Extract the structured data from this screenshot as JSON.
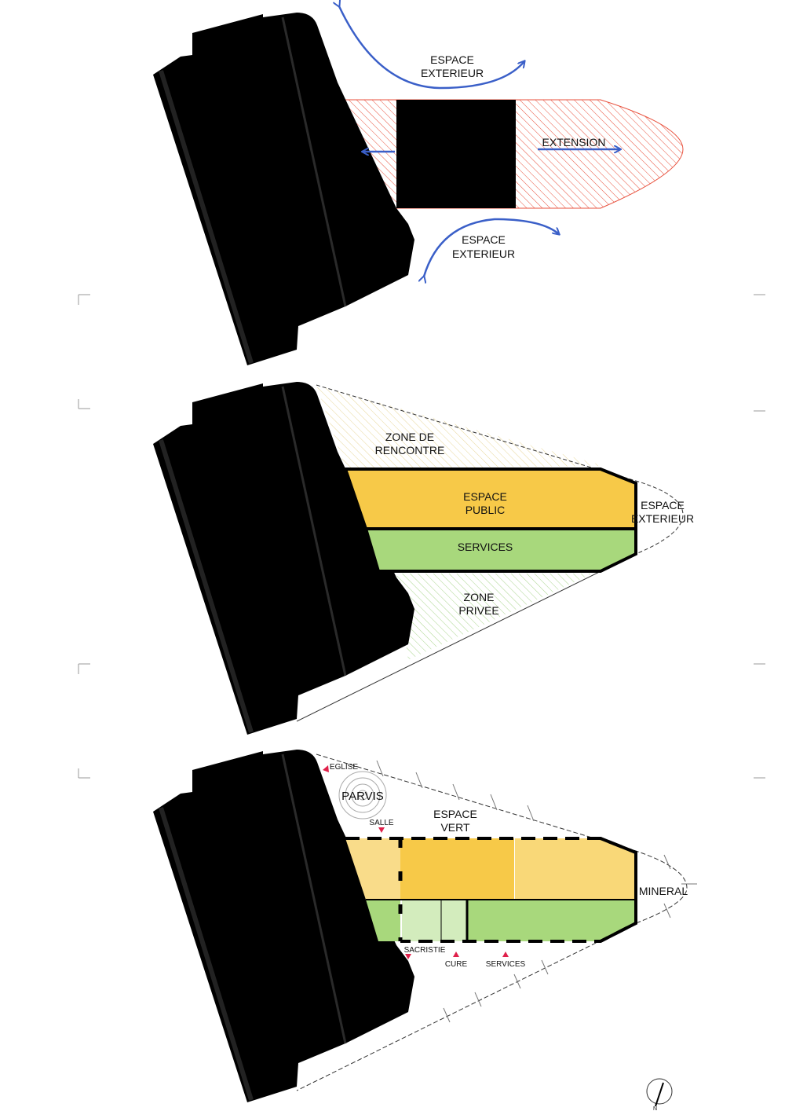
{
  "panel1": {
    "espace_exterieur_top": [
      "ESPACE",
      "EXTERIEUR"
    ],
    "extension": "EXTENSION",
    "espace_exterieur_bottom": [
      "ESPACE",
      "EXTERIEUR"
    ]
  },
  "panel2": {
    "zone_rencontre": [
      "ZONE DE",
      "RENCONTRE"
    ],
    "espace_public": [
      "ESPACE",
      "PUBLIC"
    ],
    "services": "SERVICES",
    "espace_exterieur": [
      "ESPACE",
      "EXTERIEUR"
    ],
    "zone_privee": [
      "ZONE",
      "PRIVEE"
    ]
  },
  "panel3": {
    "eglise": "EGLISE",
    "parvis": "PARVIS",
    "salle": "SALLE",
    "espace_vert": [
      "ESPACE",
      "VERT"
    ],
    "mineral": "MINERAL",
    "sacristie": "SACRISTIE",
    "cure": "CURE",
    "services": "SERVICES"
  },
  "compass": "N",
  "colors": {
    "arrow": "#3a5fc8",
    "extension_hatch": "#e8503c",
    "public": "#f7c948",
    "public_light": "#f9dc8a",
    "services": "#a8d87c",
    "services_light": "#d3ecbd",
    "marker": "#e0204a"
  }
}
